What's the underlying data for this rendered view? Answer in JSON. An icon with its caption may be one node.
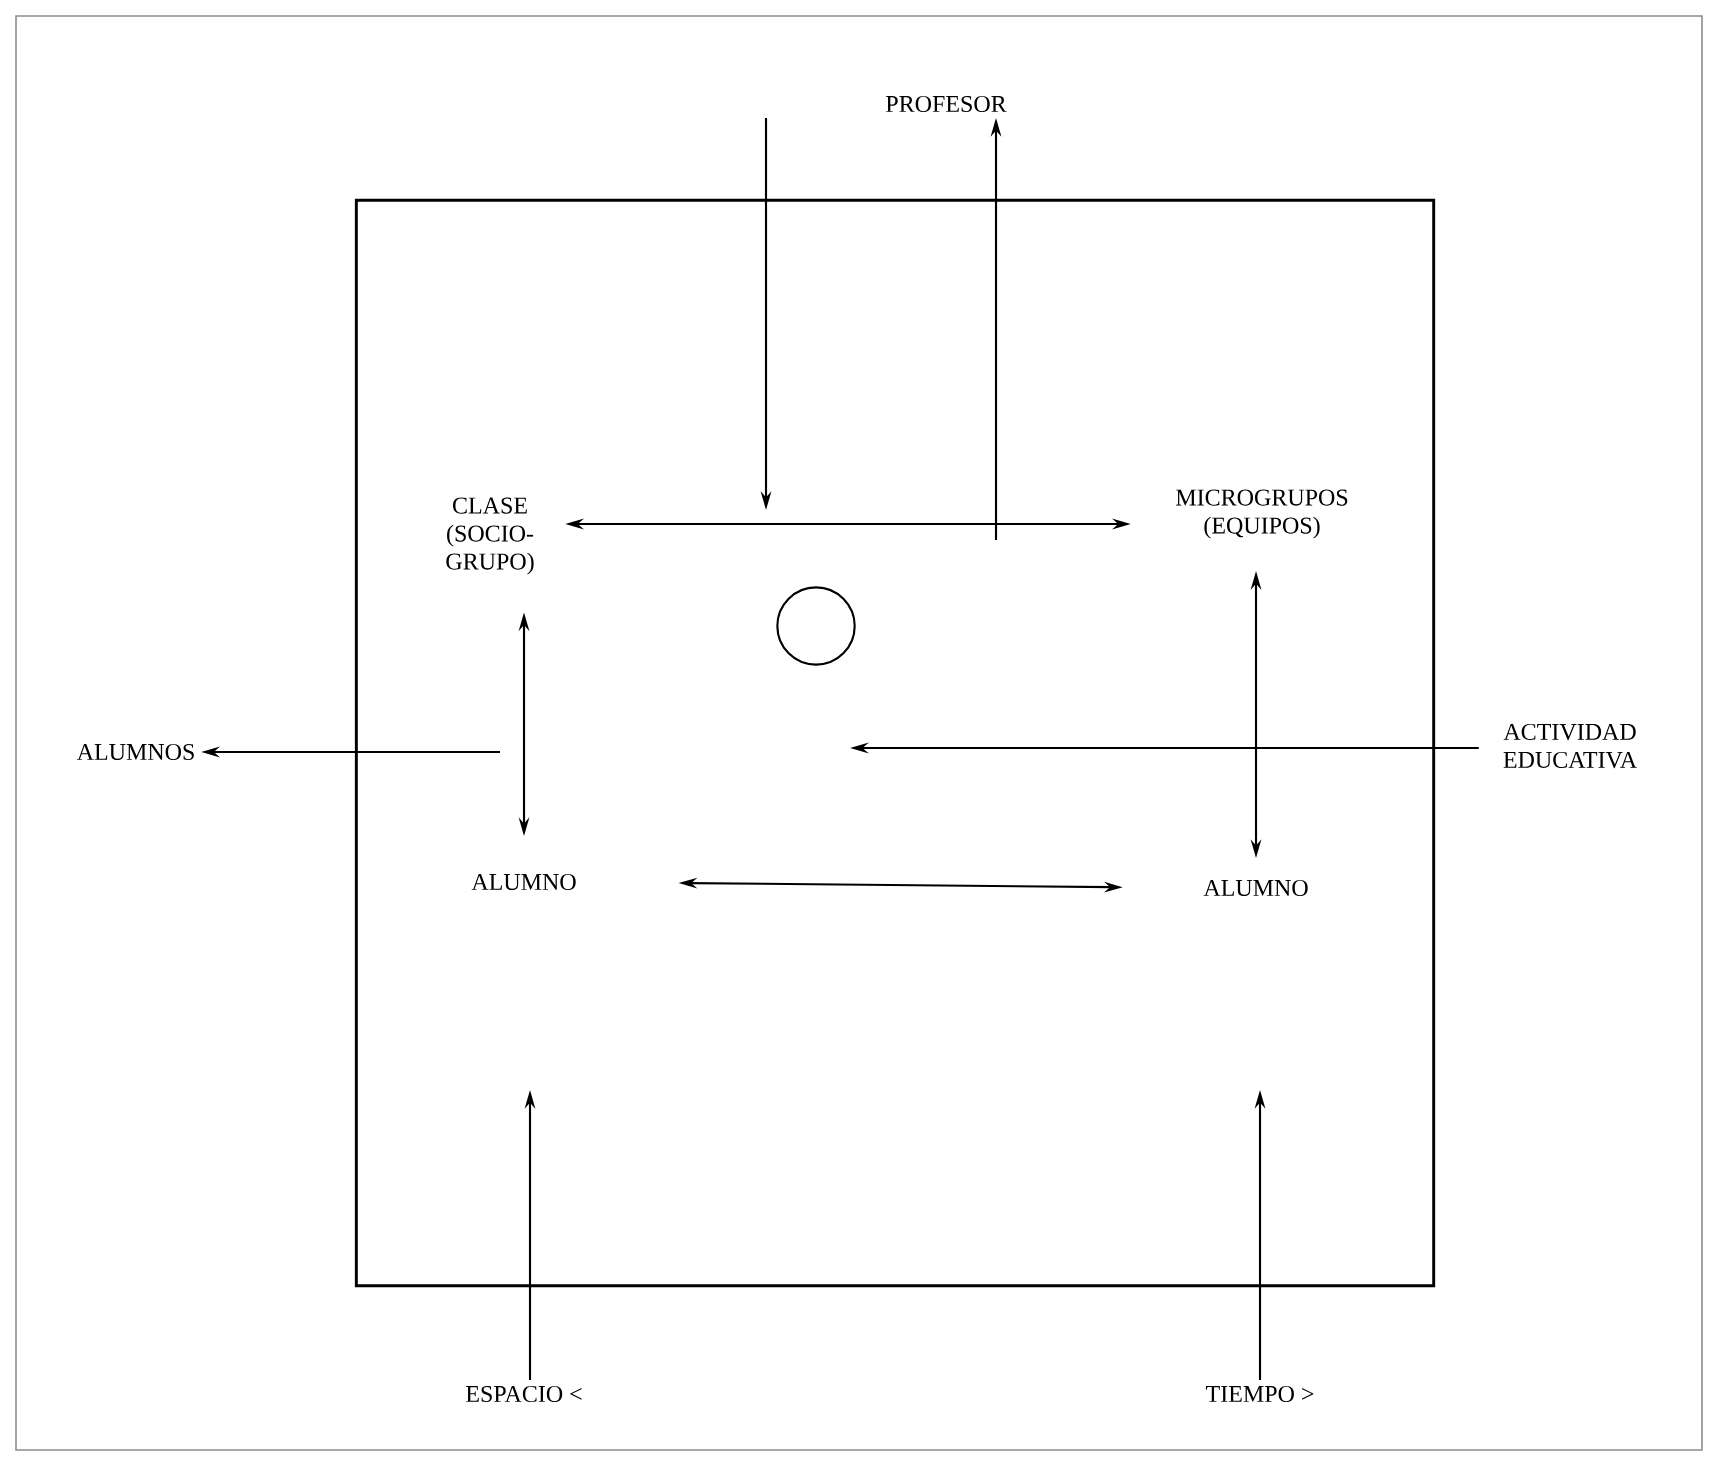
{
  "diagram": {
    "nodes": [
      {
        "text": [
          "PROFESOR"
        ]
      },
      {
        "text": [],
        "shape": "box"
      },
      {
        "text": [
          "CLASE (SOCIO-GRUPO)"
        ],
        "in": 1
      },
      {
        "text": [
          "MICROGRUPOS (EQUIPOS)"
        ],
        "in": 1
      },
      {
        "text": [],
        "shape": "circle",
        "in": 1
      },
      {
        "text": [
          "ALUMNOS"
        ]
      },
      {
        "text": [
          "ACTIVIDAD EDUCATIVA"
        ]
      },
      {
        "text": [
          "ALUMNO"
        ],
        "in": 1
      },
      {
        "text": [
          "ALUMNO"
        ],
        "in": 1
      },
      {
        "text": [
          "ESPACIO <"
        ]
      },
      {
        "text": [
          "TIEMPO >"
        ]
      }
    ],
    "edges": [
      {
        "from": 0,
        "to": null,
        "arrow": "to"
      },
      {
        "from": null,
        "to": 0,
        "arrow": "to"
      },
      {
        "from": 2,
        "to": 3,
        "arrow": "both"
      },
      {
        "from": 2,
        "to": 7,
        "arrow": "both"
      },
      {
        "from": 3,
        "to": 8,
        "arrow": "both"
      },
      {
        "from": 7,
        "to": 8,
        "arrow": "both"
      },
      {
        "from": null,
        "to": 5,
        "arrow": "to"
      },
      {
        "from": 6,
        "to": null,
        "arrow": "to"
      },
      {
        "from": 9,
        "to": null,
        "arrow": "to"
      },
      {
        "from": 10,
        "to": null,
        "arrow": "to"
      }
    ]
  }
}
